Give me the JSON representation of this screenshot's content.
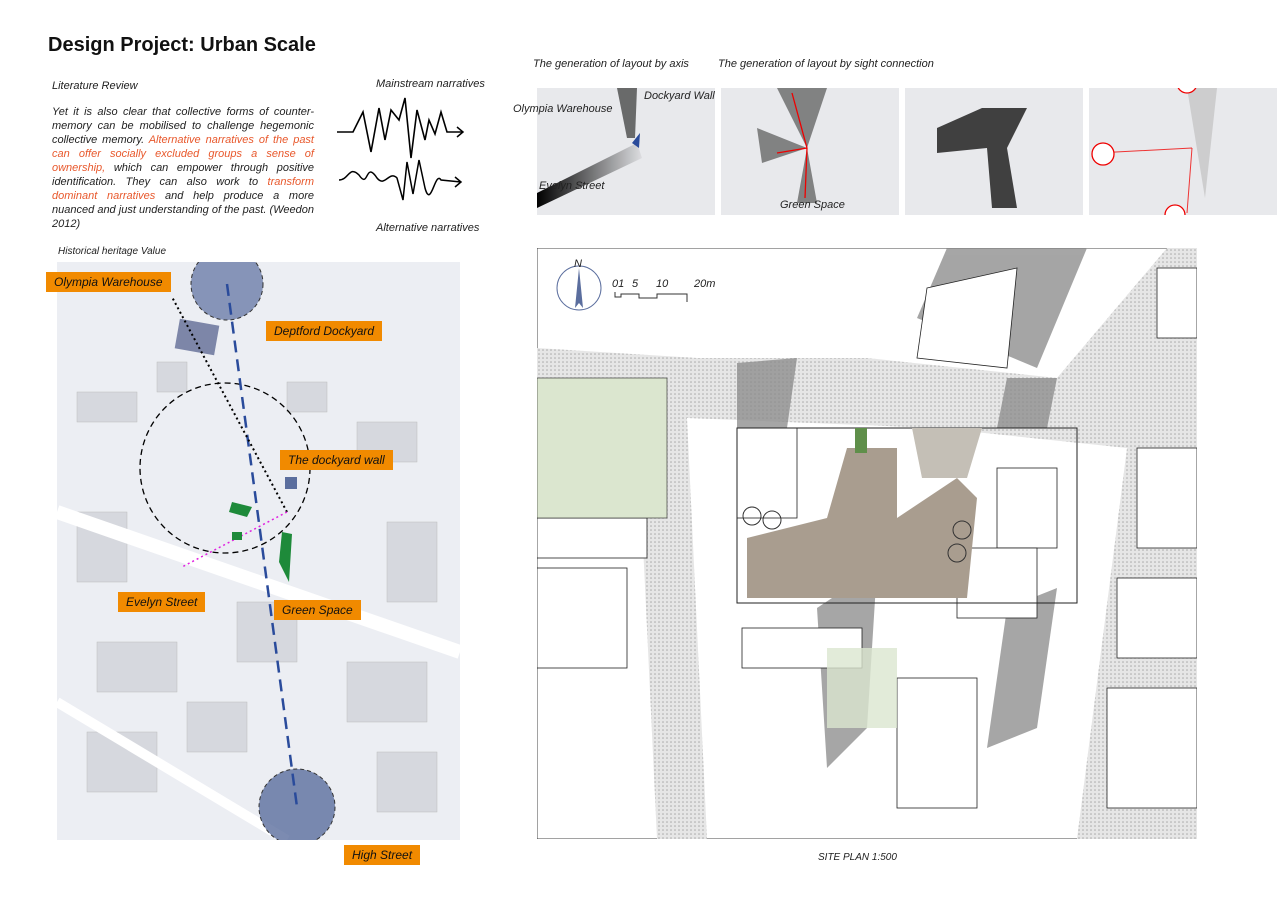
{
  "title": "Design Project: Urban Scale",
  "literature": {
    "heading": "Literature Review",
    "p1": "Yet it is also clear that collective forms of counter-memory can be mobilised to challenge hegemonic collective memory. ",
    "h1": "Alternative narratives of the past can offer socially excluded groups a sense of ownership,",
    "p2": " which can empower through positive identification. They can also work to ",
    "h2": "transform dominant narratives",
    "p3": " and help produce a more nuanced and just understanding of the past. (Weedon 2012)"
  },
  "narratives": {
    "mainstream": "Mainstream narratives",
    "alternative": "Alternative narratives"
  },
  "heritage": {
    "heading": "Historical heritage Value",
    "labels": [
      "Olympia Warehouse",
      "Deptford Dockyard",
      "The dockyard wall",
      "Evelyn Street",
      "Green Space",
      "High Street"
    ]
  },
  "layout": {
    "axis_title": "The generation of layout by axis",
    "sight_title": "The generation of layout by sight connection",
    "labels": {
      "olympia": "Olympia Warehouse",
      "dockyard": "Dockyard Wall",
      "evelyn": "Evelyn Street",
      "green": "Green Space"
    }
  },
  "siteplan": {
    "north": "N",
    "scale_ticks": [
      "01",
      "5",
      "10",
      "20m"
    ],
    "caption": "SITE PLAN 1:500"
  },
  "colors": {
    "tag": "#f18a00",
    "highlight": "#e8582c",
    "circle": "#5b6e9e",
    "axis": "#2a4b9b"
  }
}
